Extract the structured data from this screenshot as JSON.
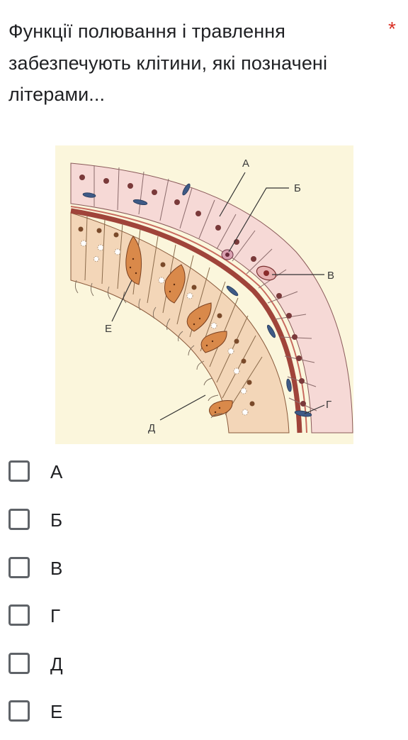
{
  "question": {
    "text": "Функції полювання і травлення забезпечують клітини, які позначені літерами...",
    "required_mark": "*"
  },
  "figure": {
    "labels": {
      "a": "А",
      "b": "Б",
      "v": "В",
      "g": "Г",
      "d": "Д",
      "e": "Е"
    }
  },
  "options": [
    {
      "label": "А",
      "checked": false
    },
    {
      "label": "Б",
      "checked": false
    },
    {
      "label": "В",
      "checked": false
    },
    {
      "label": "Г",
      "checked": false
    },
    {
      "label": "Д",
      "checked": false
    },
    {
      "label": "Е",
      "checked": false
    }
  ],
  "colors": {
    "required": "#d93025",
    "checkbox_border": "#5f6368",
    "text": "#202124",
    "figure_background": "#fbf6dc"
  }
}
